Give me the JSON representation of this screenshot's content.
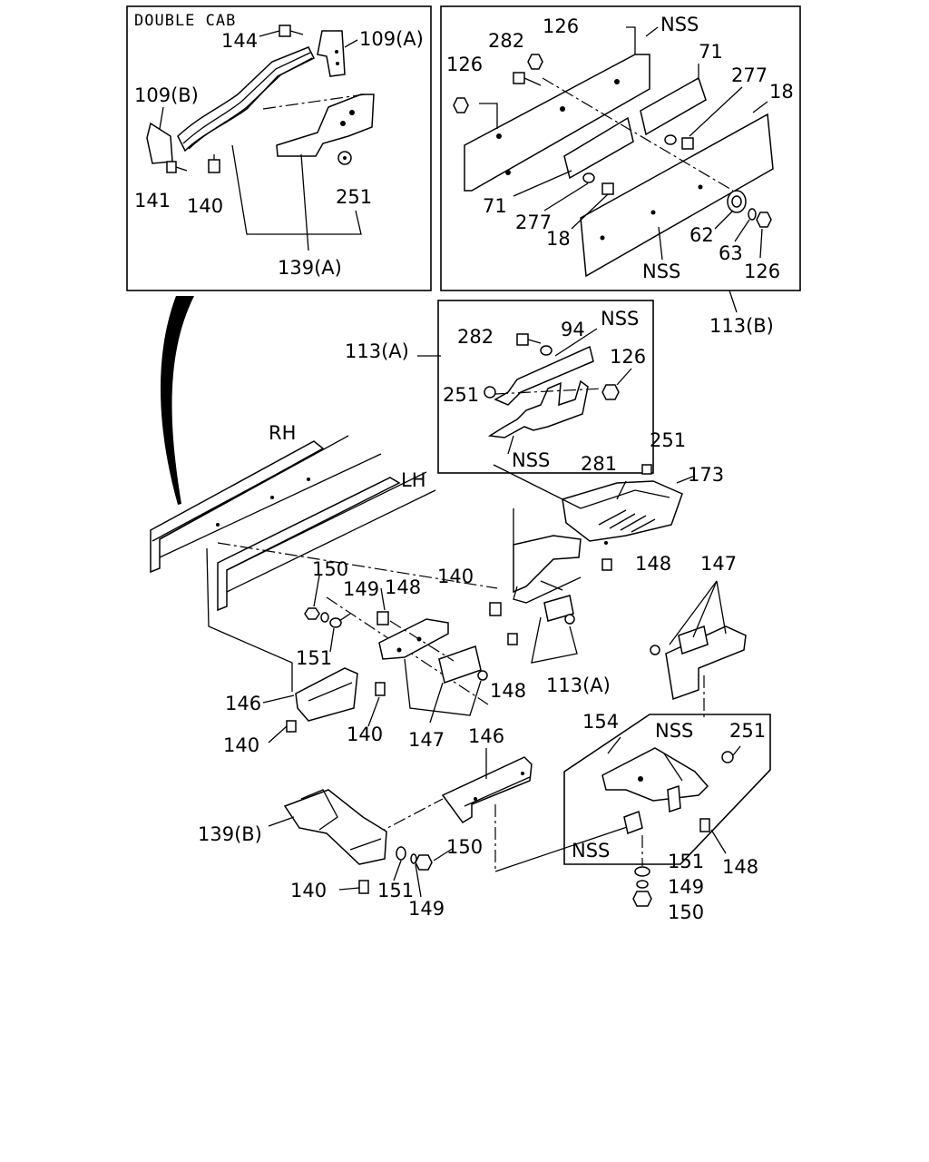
{
  "title": "DOUBLE CAB",
  "labels": {
    "l144": "144",
    "l109a": "109(A)",
    "l109b": "109(B)",
    "l141": "141",
    "l140a": "140",
    "l251a": "251",
    "l139a": "139(A)",
    "l126a": "126",
    "l282a": "282",
    "l126b": "126",
    "nss1": "NSS",
    "l71a": "71",
    "l277a": "277",
    "l18a": "18",
    "l71b": "71",
    "l277b": "277",
    "l18b": "18",
    "l62": "62",
    "l63": "63",
    "nss2": "NSS",
    "l126c": "126",
    "l113b": "113(B)",
    "l282b": "282",
    "l94": "94",
    "nss3": "NSS",
    "l113a1": "113(A)",
    "l126d": "126",
    "l251b": "251",
    "nss4": "NSS",
    "rh": "RH",
    "lh": "LH",
    "l251c": "251",
    "l281": "281",
    "l173": "173",
    "l148a": "148",
    "l147a": "147",
    "l150a": "150",
    "l149a": "149",
    "l148b": "148",
    "l140b": "140",
    "l151a": "151",
    "l148c": "148",
    "l113a2": "113(A)",
    "l146a": "146",
    "l140c": "140",
    "l140d": "140",
    "l147b": "147",
    "l146b": "146",
    "l154": "154",
    "nss5": "NSS",
    "l251d": "251",
    "l139b": "139(B)",
    "l150b": "150",
    "nss6": "NSS",
    "l151b": "151",
    "l148d": "148",
    "l140e": "140",
    "l151c": "151",
    "l149b": "149",
    "l149c": "149",
    "l150c": "150"
  }
}
